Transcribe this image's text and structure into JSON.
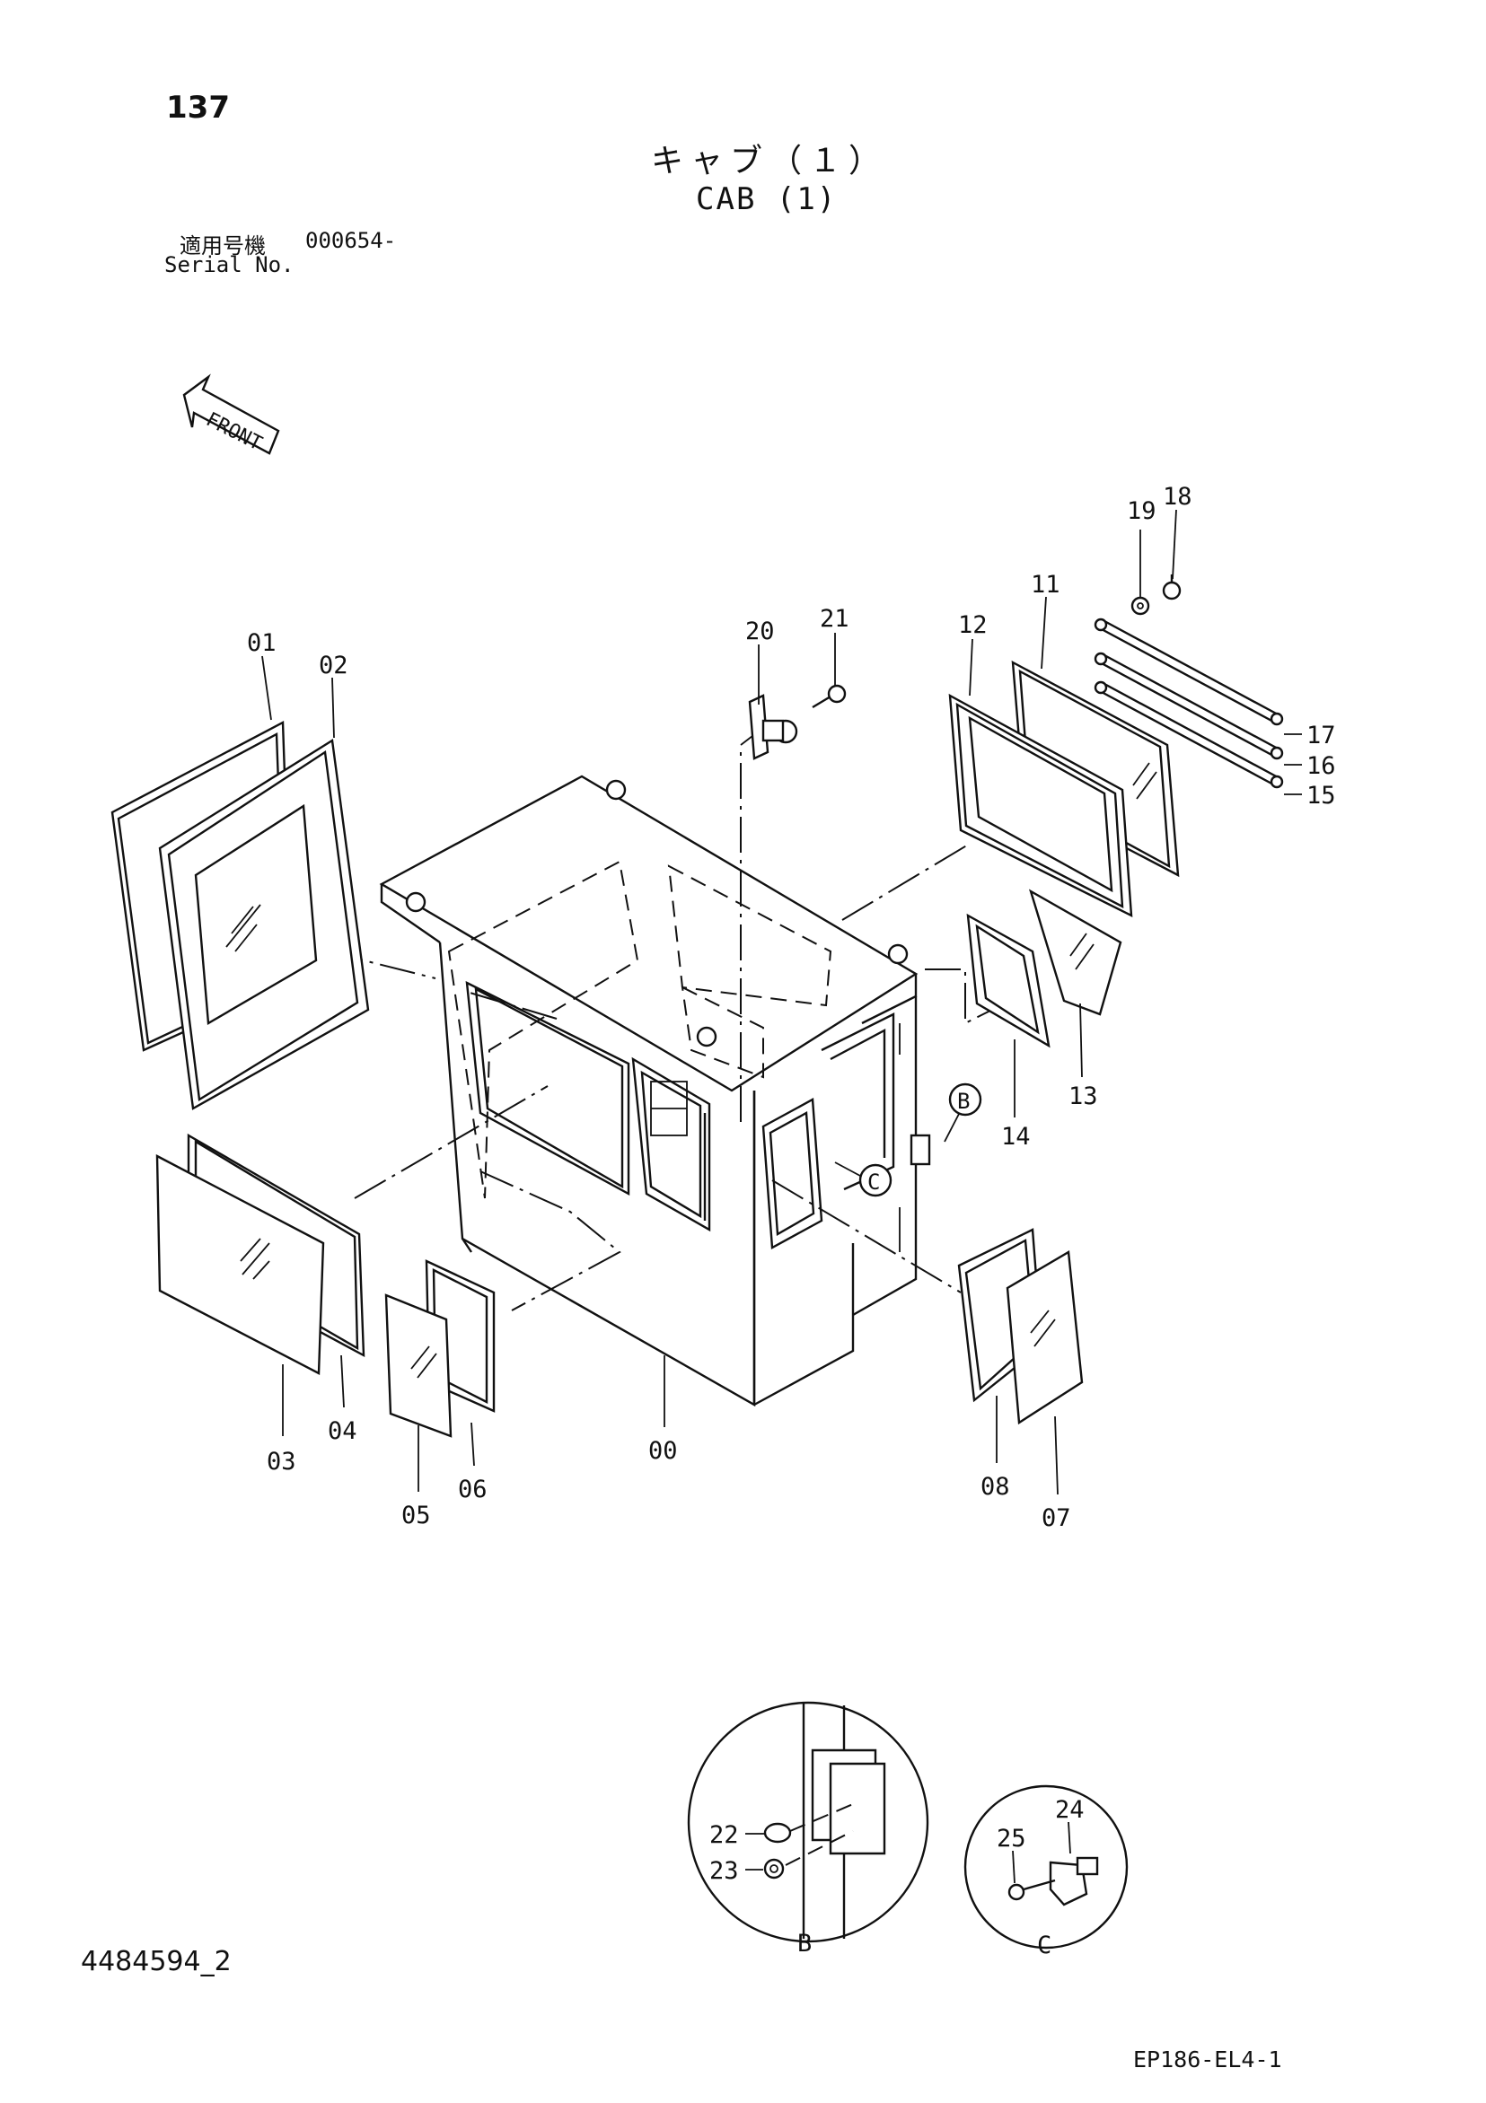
{
  "header": {
    "page_number": "137",
    "title_jp": "キャブ（１）",
    "title_en": "CAB (1)",
    "serial_label_jp": "適用号機",
    "serial_value": "000654-",
    "serial_label_en": "Serial No."
  },
  "front_marker": "FRONT",
  "part_labels": [
    "00",
    "01",
    "02",
    "03",
    "04",
    "05",
    "06",
    "07",
    "08",
    "11",
    "12",
    "13",
    "14",
    "15",
    "16",
    "17",
    "18",
    "19",
    "20",
    "21",
    "22",
    "23",
    "24",
    "25"
  ],
  "detail_labels": {
    "b": "B",
    "c": "C"
  },
  "footer": {
    "doc_id": "4484594_2",
    "ref_code": "EP186-EL4-1"
  }
}
